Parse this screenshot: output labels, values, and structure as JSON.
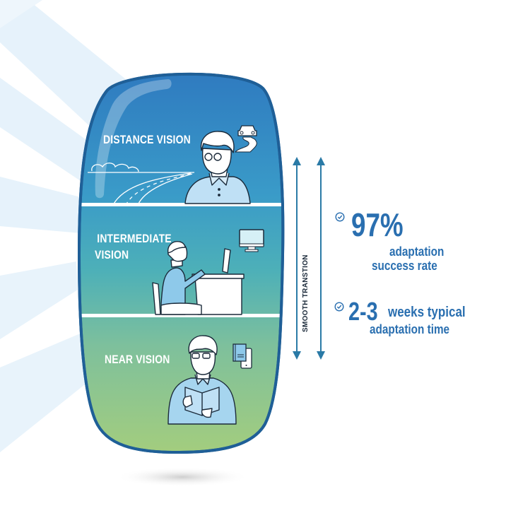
{
  "diagram": {
    "title": "Progressive lens vision zones",
    "zones": [
      {
        "label_line1": "DISTANCE VISION",
        "label_line2": "",
        "icon": "car-on-road-icon",
        "figure": "man-looking-at-road"
      },
      {
        "label_line1": "INTERMEDIATE",
        "label_line2": "VISION",
        "icon": "desktop-monitor-icon",
        "figure": "man-at-computer-desk"
      },
      {
        "label_line1": "NEAR VISION",
        "label_line2": "",
        "icon": "book-and-phone-icon",
        "figure": "man-reading-book"
      }
    ],
    "transition_label": "SMOOTH TRANSTION",
    "stats": [
      {
        "icon": "check-circle-icon",
        "value": "97%",
        "text_line1": "adaptation",
        "text_line2": "success rate"
      },
      {
        "icon": "check-circle-icon",
        "value": "2-3",
        "text_line1": "weeks typical",
        "text_line2": "adaptation time"
      }
    ],
    "colors": {
      "lens_top": "#2f7fc1",
      "lens_middle": "#4eaab8",
      "lens_bottom": "#9ccb84",
      "lens_outline": "#1f5f97",
      "accent_text": "#2a6fb0",
      "arrow": "#2a7aa6",
      "rays": "#e6f2fb"
    }
  }
}
